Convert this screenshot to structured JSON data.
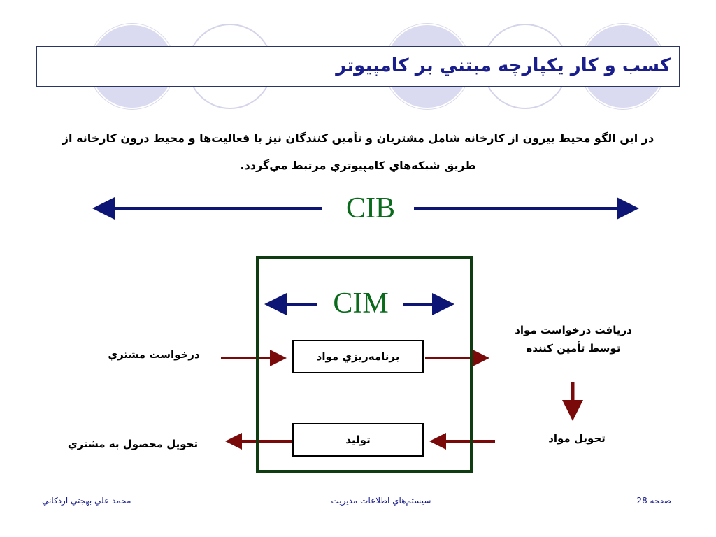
{
  "slide": {
    "title": "كسب و كار يكپارچه مبتني بر كامپيوتر",
    "intro": "در اين الگو محيط بيرون از كارخانه شامل مشتريان و تأمين كنندگان نيز با فعاليت‌ها و محيط درون كارخانه از طريق شبكه‌هاي كامپيوتري مرتبط مي‌گردد.",
    "outer_label": "CIB",
    "inner_label": "CIM",
    "boxes": {
      "planning": "برنامه‌ريزي مواد",
      "production": "توليد"
    },
    "labels": {
      "customer_request": "درخواست مشتري",
      "supplier_receive": "دريافت درخواست مواد توسط تأمين كننده",
      "material_delivery": "تحويل مواد",
      "product_delivery": "تحويل محصول به مشتري"
    },
    "colors": {
      "title": "#1a1e8c",
      "outer_arrow": "#0d1675",
      "inner_arrow": "#0d1675",
      "label_green": "#0b6b1c",
      "flow_arrow": "#7a0a0a",
      "frame": "#0f3d11"
    }
  },
  "footer": {
    "author": "محمد علي بهجتي اردكاني",
    "course": "سيستم‌هاي اطلاعات مديريت",
    "page": "صفحه 28"
  }
}
